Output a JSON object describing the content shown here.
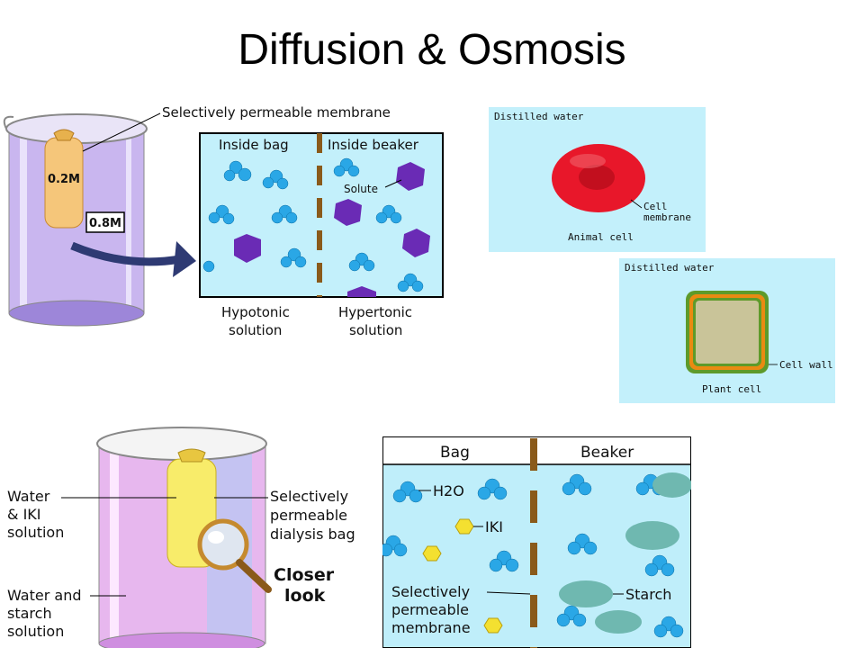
{
  "slide": {
    "title": "Diffusion & Osmosis"
  },
  "top_left_diagram": {
    "membrane_label": "Selectively permeable membrane",
    "bag_concentration": "0.2M",
    "beaker_concentration": "0.8M",
    "inside_bag": "Inside bag",
    "inside_beaker": "Inside beaker",
    "solute_label": "Solute",
    "hypotonic_line1": "Hypotonic",
    "hypotonic_line2": "solution",
    "hypertonic_line1": "Hypertonic",
    "hypertonic_line2": "solution"
  },
  "animal_cell_panel": {
    "heading": "Distilled water",
    "membrane_line1": "Cell",
    "membrane_line2": "membrane",
    "caption": "Animal cell"
  },
  "plant_cell_panel": {
    "heading": "Distilled water",
    "wall_label": "Cell wall",
    "caption": "Plant cell"
  },
  "bottom_left_diagram": {
    "water_iki_line1": "Water",
    "water_iki_line2": "& IKI",
    "water_iki_line3": "solution",
    "water_starch_line1": "Water and",
    "water_starch_line2": "starch",
    "water_starch_line3": "solution",
    "bag_line1": "Selectively",
    "bag_line2": "permeable",
    "bag_line3": "dialysis bag",
    "closer_line1": "Closer",
    "closer_line2": "look"
  },
  "bottom_right_diagram": {
    "bag_header": "Bag",
    "beaker_header": "Beaker",
    "h2o_label": "H2O",
    "iki_label": "IKI",
    "starch_label": "Starch",
    "membrane_line1": "Selectively",
    "membrane_line2": "permeable",
    "membrane_line3": "membrane"
  },
  "colors": {
    "water_blue": "#bfeefa",
    "solute_purple": "#6a2bb5",
    "molecule_blue": "#2aa7e6",
    "membrane_brown": "#8a5a1a",
    "animal_cell_red": "#e8172a",
    "plant_wall_orange": "#e98a12",
    "plant_green": "#5e9a2a",
    "iki_yellow": "#f4e030",
    "starch_teal": "#6fb8b0"
  }
}
